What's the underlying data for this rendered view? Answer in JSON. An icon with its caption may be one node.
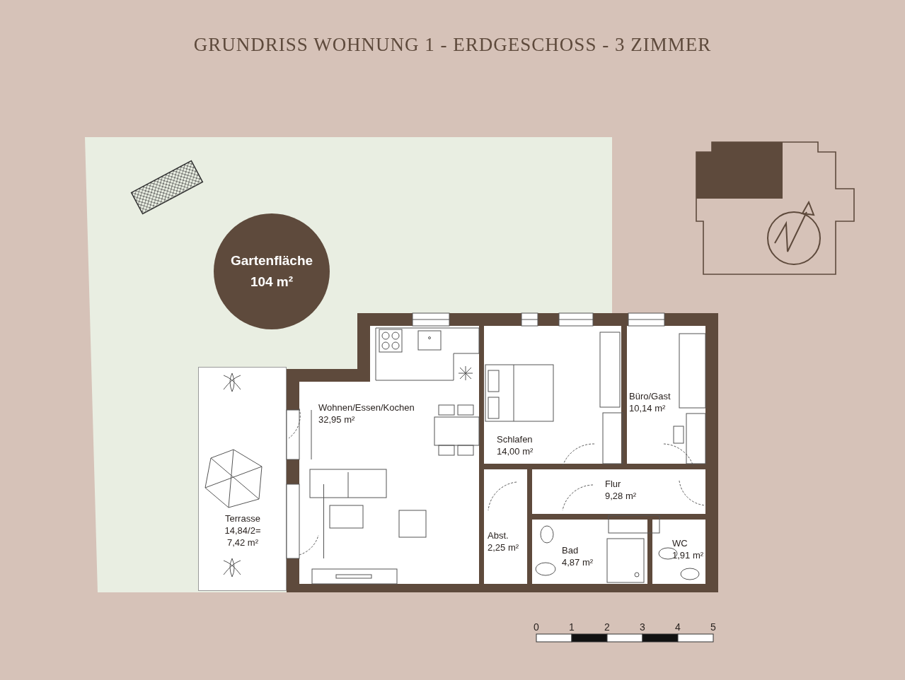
{
  "diagram": {
    "title": "GRUNDRISS WOHNUNG 1 - ERDGESCHOSS - 3 ZIMMER",
    "nodes": [
      {
        "text": [
          "Gartenfläche 104 m²"
        ]
      },
      {
        "text": [
          "Terrasse",
          "14,84/2= 7,42 m²"
        ]
      },
      {
        "text": [
          "Wohnen/Essen/Kochen",
          "32,95 m²"
        ]
      },
      {
        "text": [
          "Schlafen",
          "14,00 m²"
        ]
      },
      {
        "text": [
          "Büro/Gast",
          "10,14 m²"
        ]
      },
      {
        "text": [
          "Flur",
          "9,28 m²"
        ]
      },
      {
        "text": [
          "Abst.",
          "2,25 m²"
        ]
      },
      {
        "text": [
          "Bad",
          "4,87 m²"
        ]
      },
      {
        "text": [
          "WC",
          "1,91 m²"
        ]
      }
    ],
    "labels": [
      "0",
      "1",
      "2",
      "3",
      "4",
      "5"
    ]
  }
}
